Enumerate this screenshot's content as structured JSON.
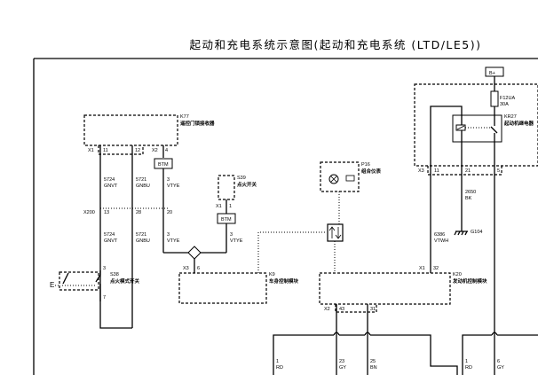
{
  "title": "起动和充电系统示意图(起动和充电系统 (LTD/LE5))",
  "components": {
    "k77": {
      "id": "K77",
      "name": "遥控门锁接收器"
    },
    "s39": {
      "id": "S39",
      "name": "点火开关"
    },
    "s38": {
      "id": "S38",
      "name": "点火模式开关"
    },
    "k9": {
      "id": "K9",
      "name": "车身控制模块"
    },
    "p16": {
      "id": "P16",
      "name": "组合仪表"
    },
    "kr27": {
      "id": "KR27",
      "name": "起动机继电器"
    },
    "k20": {
      "id": "K20",
      "name": "发动机控制模块"
    },
    "fuse": {
      "id": "F12UA",
      "rating": "30A"
    },
    "bplus": "B+",
    "ground": "G104",
    "btm": "BTM",
    "e_label": "E"
  },
  "connectors": {
    "x1": "X1",
    "x2": "X2",
    "x3": "X3",
    "x200": "X200"
  },
  "pins": {
    "k77_11": "11",
    "k77_12": "12",
    "k77_4": "4",
    "x200_13": "13",
    "x200_28": "28",
    "x200_20": "20",
    "s39_1": "1",
    "s38_3": "3",
    "s38_7": "7",
    "k9_6": "6",
    "kr27_11": "11",
    "kr27_21": "21",
    "kr27_5": "5",
    "k20_32": "32",
    "k20_43": "43",
    "k20_31": "31"
  },
  "wires": [
    {
      "circuit": "5724",
      "color": "GNVT"
    },
    {
      "circuit": "5721",
      "color": "GNBU"
    },
    {
      "circuit": "3",
      "color": "VTYE"
    },
    {
      "circuit": "2650",
      "color": "BK"
    },
    {
      "circuit": "6386",
      "color": "VTWH"
    },
    {
      "circuit": "1",
      "color": "RD"
    },
    {
      "circuit": "23",
      "color": "GY"
    },
    {
      "circuit": "25",
      "color": "BN"
    },
    {
      "circuit": "6",
      "color": "GY"
    }
  ]
}
